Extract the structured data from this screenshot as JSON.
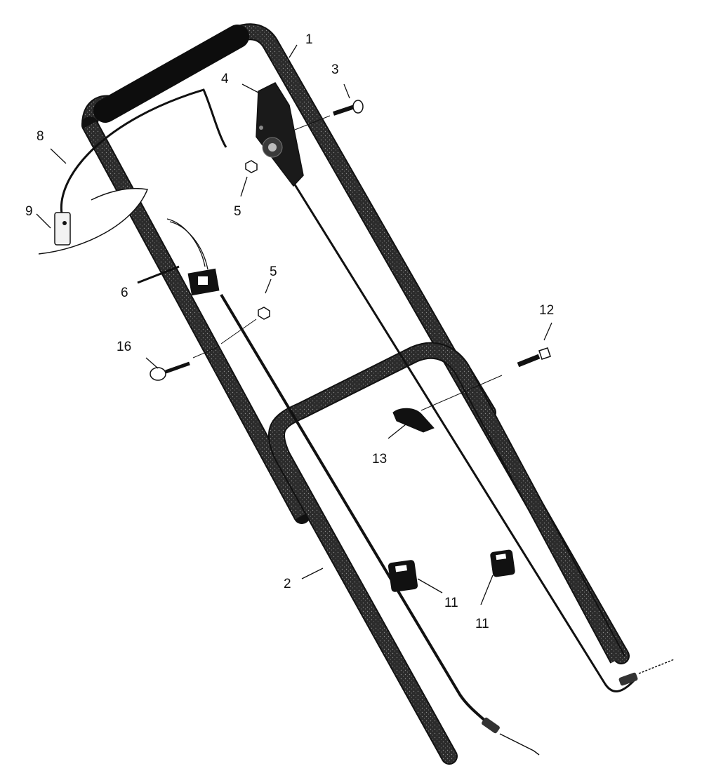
{
  "colors": {
    "background": "#ffffff",
    "ink": "#111111",
    "tube_fill": "#2a2a2a",
    "grip_fill": "#111111",
    "part_fill": "#1a1a1a",
    "light_part": "#f2f2f2"
  },
  "callouts": [
    {
      "id": "1",
      "label": "1",
      "part": "upper-handle"
    },
    {
      "id": "2",
      "label": "2",
      "part": "lower-handle"
    },
    {
      "id": "3",
      "label": "3",
      "part": "carriage-bolt"
    },
    {
      "id": "4",
      "label": "4",
      "part": "drive-control-lever"
    },
    {
      "id": "5a",
      "label": "5",
      "part": "nut"
    },
    {
      "id": "5b",
      "label": "5",
      "part": "nut"
    },
    {
      "id": "6",
      "label": "6",
      "part": "cable-tie"
    },
    {
      "id": "8",
      "label": "8",
      "part": "starter-rope"
    },
    {
      "id": "9",
      "label": "9",
      "part": "rope-guide"
    },
    {
      "id": "11a",
      "label": "11",
      "part": "cable-clip"
    },
    {
      "id": "11b",
      "label": "11",
      "part": "cable-clip"
    },
    {
      "id": "12",
      "label": "12",
      "part": "hex-bolt"
    },
    {
      "id": "13",
      "label": "13",
      "part": "knob"
    },
    {
      "id": "16",
      "label": "16",
      "part": "eye-bolt"
    }
  ]
}
